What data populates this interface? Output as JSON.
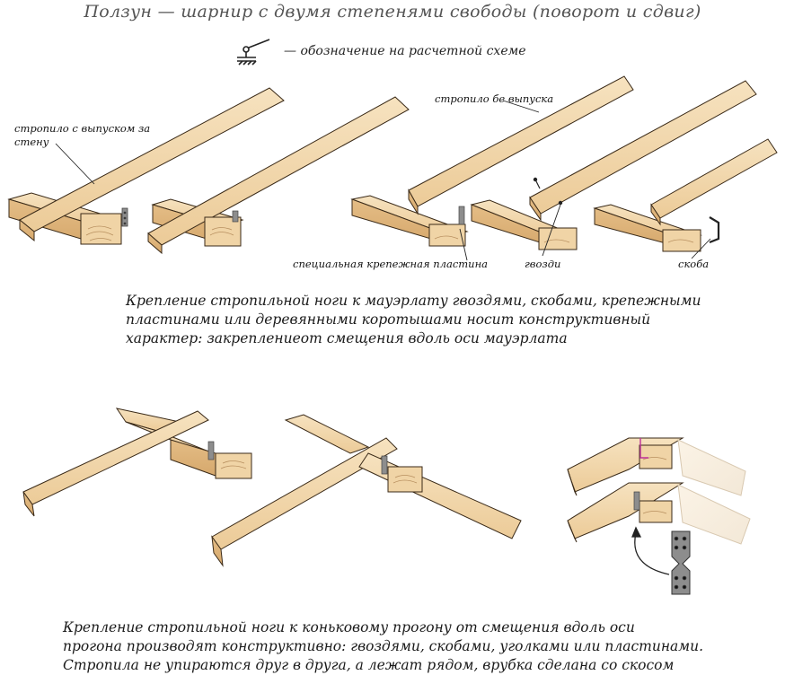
{
  "title": "Ползун — шарнир с двумя степенями свободы (поворот и сдвиг)",
  "legend_text": "— обозначение на расчетной схеме",
  "labels": {
    "rafter_overhang": [
      "стропило с выпуском за",
      "стену"
    ],
    "rafter_no_overhang": "стропило бе выпуска",
    "special_plate": "специальная крепежная пластина",
    "nails": "гвозди",
    "bracket": "скоба"
  },
  "caption_top": [
    "Крепление стропильной ноги к мауэрлату гвоздями, скобами, крепежными",
    "пластинами или деревянными коротышами носит конструктивный",
    "характер: закреплениеот смещения вдоль оси мауэрлата"
  ],
  "caption_bottom": [
    "Крепление стропильной ноги к коньковому прогону от смещения вдоль оси",
    "прогона производят конструктивно: гвоздями, скобами, уголками или пластинами.",
    "Стропила не упираются друг в друга, а лежат рядом, врубка сделана со скосом"
  ],
  "colors": {
    "wood_light": "#f3dcb6",
    "wood_mid": "#e8c594",
    "wood_dark": "#d9ad73",
    "outline": "#3a2a18",
    "metal": "#8d8d8d",
    "accent_magenta": "#c0309a"
  }
}
